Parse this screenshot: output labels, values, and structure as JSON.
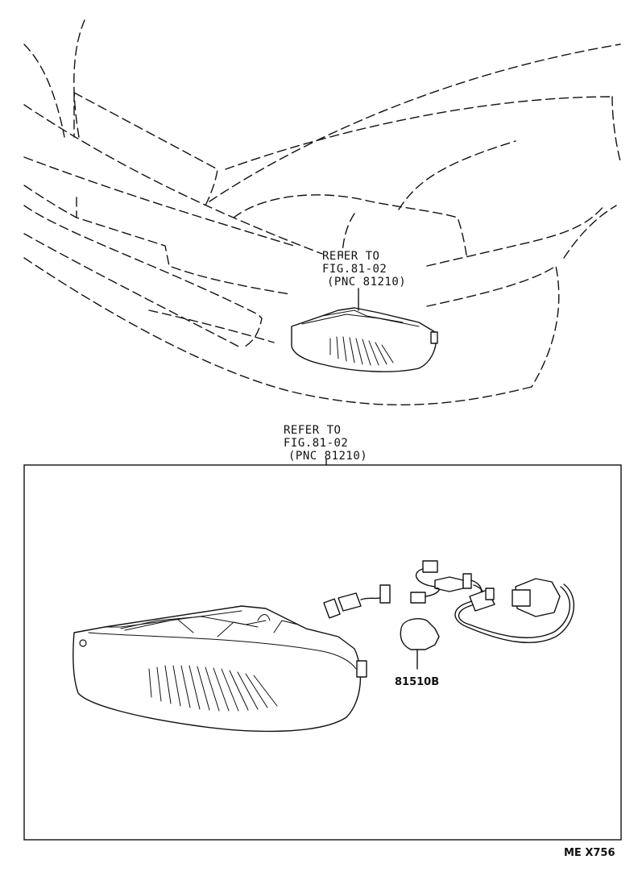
{
  "callouts": {
    "upper": {
      "line1": "REFER TO",
      "line2": "FIG.81-02",
      "line3": "(PNC 81210)"
    },
    "lower": {
      "line1": "REFER TO",
      "line2": "FIG.81-02",
      "line3": "(PNC 81210)"
    }
  },
  "parts": {
    "bulb_part_number": "81510B"
  },
  "figure_code": "ME X756"
}
